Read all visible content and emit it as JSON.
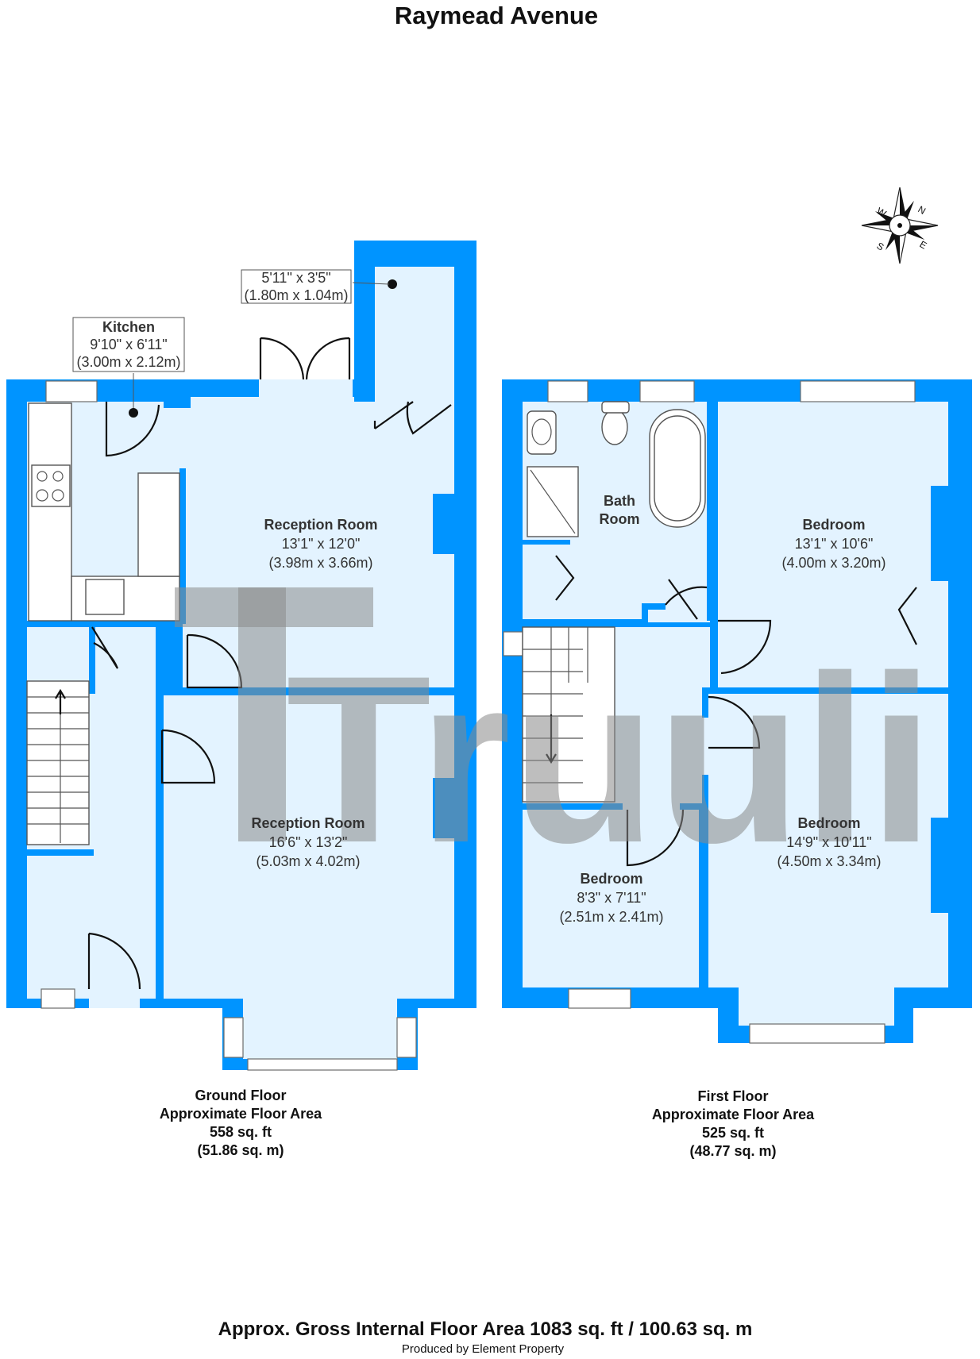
{
  "title": "Raymead Avenue",
  "compass": {
    "n": "N",
    "e": "E",
    "s": "S",
    "w": "W"
  },
  "watermark": "Truuli",
  "rooms": {
    "cupboard": {
      "size_imp": "5'11\" x 3'5\"",
      "size_met": "(1.80m x 1.04m)"
    },
    "kitchen": {
      "name": "Kitchen",
      "size_imp": "9'10\" x 6'11\"",
      "size_met": "(3.00m x 2.12m)"
    },
    "reception_rear": {
      "name": "Reception Room",
      "size_imp": "13'1\" x 12'0\"",
      "size_met": "(3.98m x 3.66m)"
    },
    "reception_front": {
      "name": "Reception Room",
      "size_imp": "16'6\" x 13'2\"",
      "size_met": "(5.03m x 4.02m)"
    },
    "bathroom": {
      "name_line1": "Bath",
      "name_line2": "Room"
    },
    "bedroom_rear": {
      "name": "Bedroom",
      "size_imp": "13'1\" x 10'6\"",
      "size_met": "(4.00m x 3.20m)"
    },
    "bedroom_small": {
      "name": "Bedroom",
      "size_imp": "8'3\" x 7'11\"",
      "size_met": "(2.51m x 2.41m)"
    },
    "bedroom_front": {
      "name": "Bedroom",
      "size_imp": "14'9\" x 10'11\"",
      "size_met": "(4.50m x 3.34m)"
    }
  },
  "floors": {
    "ground": {
      "name": "Ground Floor",
      "label": "Approximate Floor Area",
      "area_ft": "558 sq. ft",
      "area_m": "(51.86 sq. m)"
    },
    "first": {
      "name": "First Floor",
      "label": "Approximate Floor Area",
      "area_ft": "525 sq. ft",
      "area_m": "(48.77 sq. m)"
    }
  },
  "total": "Approx. Gross Internal Floor Area 1083 sq. ft / 100.63 sq. m",
  "credit": "Produced by Element Property"
}
